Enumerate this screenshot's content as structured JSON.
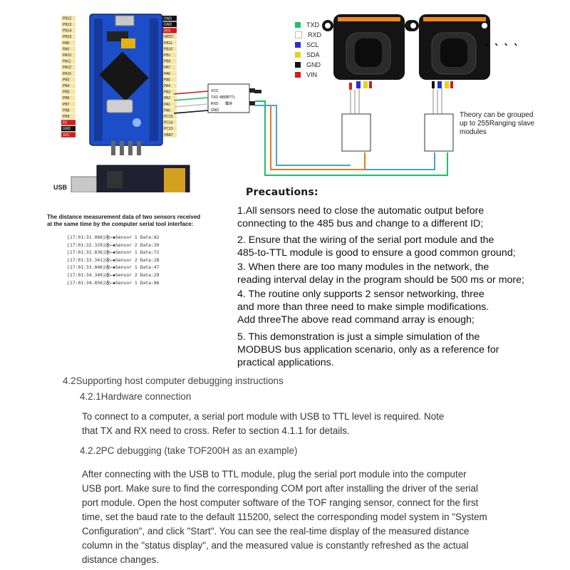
{
  "legend": [
    {
      "label": "TXD",
      "color": "#1fbf6a"
    },
    {
      "label": "RXD",
      "color": "#ffffff"
    },
    {
      "label": "SCL",
      "color": "#2b2be0"
    },
    {
      "label": "SDA",
      "color": "#e8d21a"
    },
    {
      "label": "GND",
      "color": "#111111"
    },
    {
      "label": "VIN",
      "color": "#d41c1c"
    }
  ],
  "diagram": {
    "usb_label": "USB",
    "board_left_pins": [
      "PB12",
      "PB13",
      "PB14",
      "PB15",
      "PA8",
      "PA9",
      "PA10",
      "PA11",
      "PA12",
      "PA15",
      "PB3",
      "PB4",
      "PB5",
      "PB6",
      "PB7",
      "PB8",
      "PB9",
      "5V",
      "GND",
      "3V3"
    ],
    "board_right_pins": [
      "GND",
      "GND",
      "3V3",
      "NRST",
      "PB11",
      "PB10",
      "PB1",
      "PB0",
      "PA7",
      "PA6",
      "PA5",
      "PA4",
      "PA3",
      "PA2",
      "PA1",
      "PA0",
      "PC15",
      "PC14",
      "PC13",
      "VBAT"
    ],
    "module_labels": {
      "vcc": "VCC",
      "txd": "TXD",
      "rxd": "RXD",
      "gnd": "GND",
      "title": "485转TTL",
      "sub": "模块"
    },
    "dots": "` ` ` `",
    "theory_note": [
      "Theory can be grouped",
      "up to 255Ranging slave",
      "modules"
    ],
    "caption": [
      "The distance measurement data of two sensors received",
      "at the same time by the computer serial tool interface:"
    ],
    "log_lines": [
      "[17:01:31.068]收←◆Sensor 1 Data:82",
      "[17:01:32.329]收←◆Sensor 2 Data:39",
      "[17:01:32.836]收←◆Sensor 1 Data:72",
      "[17:01:33.341]收←◆Sensor 2 Data:28",
      "[17:01:33.846]收←◆Sensor 1 Data:47",
      "[17:01:34.349]收←◆Sensor 2 Data:29",
      "[17:01:34.856]收←◆Sensor 1 Data:86"
    ]
  },
  "precautions": {
    "title": "Precautions:",
    "items": [
      [
        "1.All sensors need to close the automatic output before",
        "connecting to the 485 bus and change to a different ID;"
      ],
      [
        "2. Ensure that the wiring of the serial port module and the",
        " 485-to-TTL module is good to ensure a good common ground;"
      ],
      [
        "3. When there are too many modules in the network, the",
        "reading interval delay in the program should be 500 ms or more;"
      ],
      [
        "4. The routine only supports 2 sensor networking, three",
        "and more than three need to make simple modifications.",
        "Add threeThe above read command array is enough;"
      ],
      [
        "5. This demonstration is just a simple simulation of the",
        "MODBUS bus application scenario, only as a reference for",
        "practical applications."
      ]
    ]
  },
  "section": {
    "heading": "4.2Supporting host computer debugging instructions",
    "sub1": "4.2.1Hardware connection",
    "para1": [
      "To connect to a computer, a serial port module with USB to TTL level is required. Note",
      "that TX and RX need to cross. Refer to section 4.1.1 for details."
    ],
    "sub2": "4.2.2PC debugging (take TOF200H as an example)",
    "para2": [
      " After connecting with the USB to TTL module, plug the serial port module into the computer",
      "USB port. Make sure to find the corresponding COM port after installing the driver of the serial",
      "port module. Open the host computer software of the TOF ranging sensor, connect for the first",
      "time, set the baud rate to the default 115200, select the corresponding model system in \"System",
      "Configuration\", and click \"Start\". You can see the real-time display of the measured distance",
      "column in the \"status display\", and the measured value is constantly refreshed as the actual",
      "distance changes."
    ]
  }
}
